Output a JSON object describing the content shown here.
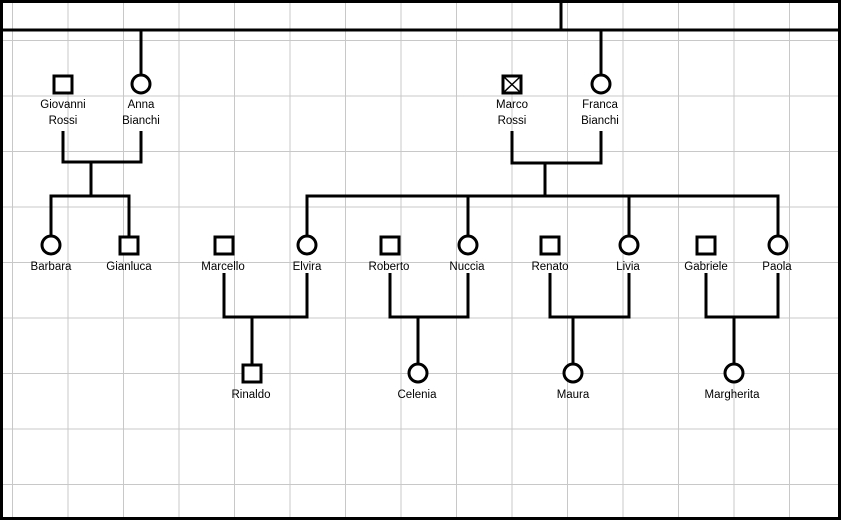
{
  "people": {
    "giovanni": {
      "first": "Giovanni",
      "last": "Rossi"
    },
    "anna": {
      "first": "Anna",
      "last": "Bianchi"
    },
    "marco": {
      "first": "Marco",
      "last": "Rossi"
    },
    "franca": {
      "first": "Franca",
      "last": "Bianchi"
    },
    "barbara": "Barbara",
    "gianluca": "Gianluca",
    "marcello": "Marcello",
    "elvira": "Elvira",
    "roberto": "Roberto",
    "nuccia": "Nuccia",
    "renato": "Renato",
    "livia": "Livia",
    "gabriele": "Gabriele",
    "paola": "Paola",
    "rinaldo": "Rinaldo",
    "celenia": "Celenia",
    "maura": "Maura",
    "margherita": "Margherita"
  }
}
